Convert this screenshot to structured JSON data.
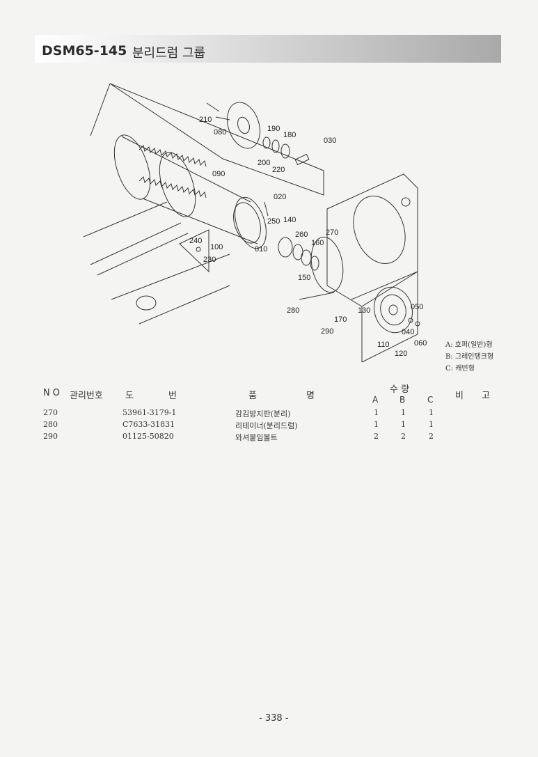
{
  "header": {
    "code": "DSM65-145",
    "title": "분리드럼 그룹"
  },
  "diagram": {
    "callouts": [
      {
        "text": "210"
      },
      {
        "text": "080"
      },
      {
        "text": "190"
      },
      {
        "text": "180"
      },
      {
        "text": "030"
      },
      {
        "text": "200"
      },
      {
        "text": "220"
      },
      {
        "text": "090"
      },
      {
        "text": "020"
      },
      {
        "text": "250"
      },
      {
        "text": "140"
      },
      {
        "text": "270"
      },
      {
        "text": "260"
      },
      {
        "text": "160"
      },
      {
        "text": "240"
      },
      {
        "text": "100"
      },
      {
        "text": "230"
      },
      {
        "text": "010"
      },
      {
        "text": "150"
      },
      {
        "text": "280"
      },
      {
        "text": "130"
      },
      {
        "text": "050"
      },
      {
        "text": "170"
      },
      {
        "text": "290"
      },
      {
        "text": "040"
      },
      {
        "text": "060"
      },
      {
        "text": "110"
      },
      {
        "text": "120"
      }
    ]
  },
  "legend": {
    "items": [
      "A: 호퍼(일반)형",
      "B: 그레인탱크형",
      "C: 캐빈형"
    ]
  },
  "table": {
    "headers": {
      "no": "NO",
      "mgmt": "관리번호",
      "drawing_1": "도",
      "drawing_2": "번",
      "name_1": "품",
      "name_2": "명",
      "qty": "수 량",
      "qty_a": "A",
      "qty_b": "B",
      "qty_c": "C",
      "remark_1": "비",
      "remark_2": "고"
    },
    "rows": [
      {
        "no": "270",
        "drawing": "53961-3179-1",
        "name": "감김방지판(분리)",
        "a": "1",
        "b": "1",
        "c": "1"
      },
      {
        "no": "280",
        "drawing": "C7633-31831",
        "name": "리테이너(분리드럼)",
        "a": "1",
        "b": "1",
        "c": "1"
      },
      {
        "no": "290",
        "drawing": "01125-50820",
        "name": "와셔붙임볼트",
        "a": "2",
        "b": "2",
        "c": "2"
      }
    ]
  },
  "footer": {
    "page": "- 338 -"
  }
}
